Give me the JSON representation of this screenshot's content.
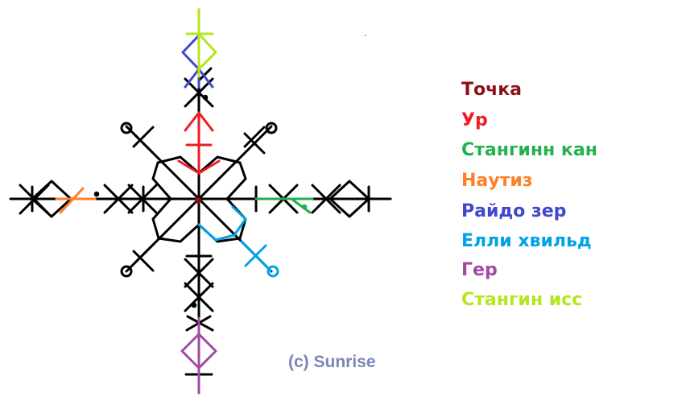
{
  "legend": {
    "items": [
      {
        "label": "Точка",
        "color": "#8b0f16"
      },
      {
        "label": "Ур",
        "color": "#ee1c24"
      },
      {
        "label": "Стангинн кан",
        "color": "#22b14c"
      },
      {
        "label": "Наутиз",
        "color": "#ff7f27"
      },
      {
        "label": "Райдо зер",
        "color": "#3f48cc"
      },
      {
        "label": "Елли хвильд",
        "color": "#00a2e8"
      },
      {
        "label": "Гер",
        "color": "#a349a4"
      },
      {
        "label": "Стангин исс",
        "color": "#b5e61d"
      }
    ]
  },
  "copyright": "(c) Sunrise",
  "colors": {
    "base": "#000000",
    "dot": "#8b0f16"
  }
}
